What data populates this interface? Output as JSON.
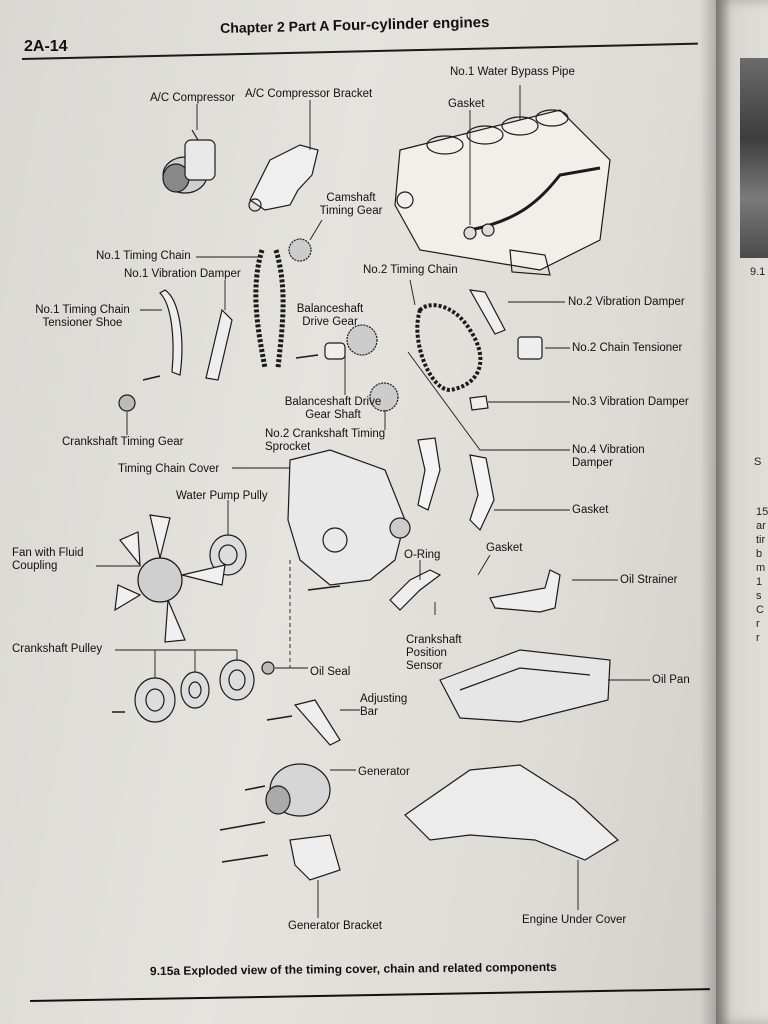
{
  "header": {
    "page_number": "2A-14",
    "chapter": "Chapter 2",
    "part": "Part A",
    "subject": "Four-cylinder engines"
  },
  "labels": {
    "ac_compressor": "A/C Compressor",
    "ac_compressor_bracket": "A/C Compressor Bracket",
    "no1_water_bypass_pipe": "No.1 Water Bypass Pipe",
    "gasket_top": "Gasket",
    "camshaft_timing_gear": "Camshaft Timing Gear",
    "no1_timing_chain": "No.1 Timing Chain",
    "no1_vibration_damper": "No.1 Vibration Damper",
    "no2_timing_chain": "No.2 Timing Chain",
    "no1_timing_chain_tensioner_shoe": "No.1 Timing Chain Tensioner Shoe",
    "balanceshaft_drive_gear": "Balanceshaft Drive Gear",
    "no2_vibration_damper": "No.2 Vibration Damper",
    "no2_chain_tensioner": "No.2 Chain Tensioner",
    "no3_vibration_damper": "No.3 Vibration Damper",
    "balanceshaft_drive_gear_shaft": "Balanceshaft Drive Gear Shaft",
    "crankshaft_timing_gear": "Crankshaft Timing Gear",
    "no2_crankshaft_timing_sprocket": "No.2 Crankshaft Timing Sprocket",
    "no4_vibration_damper": "No.4 Vibration Damper",
    "timing_chain_cover": "Timing Chain Cover",
    "water_pump_pully": "Water Pump Pully",
    "gasket_mid": "Gasket",
    "fan_with_fluid_coupling": "Fan with Fluid Coupling",
    "o_ring": "O-Ring",
    "gasket_lower": "Gasket",
    "oil_strainer": "Oil Strainer",
    "crankshaft_pulley": "Crankshaft Pulley",
    "crankshaft_position_sensor": "Crankshaft Position Sensor",
    "oil_seal": "Oil Seal",
    "oil_pan": "Oil Pan",
    "adjusting_bar": "Adjusting Bar",
    "generator": "Generator",
    "generator_bracket": "Generator Bracket",
    "engine_under_cover": "Engine Under Cover"
  },
  "caption": {
    "number": "9.15a",
    "text": "Exploded view of the timing cover, chain and related components"
  },
  "adjacent_page": {
    "figure_ref": "9.1",
    "fragments": [
      "S",
      "15",
      "ar",
      "tir",
      "b",
      "m",
      "1",
      "s",
      "C",
      "r",
      "r"
    ]
  }
}
